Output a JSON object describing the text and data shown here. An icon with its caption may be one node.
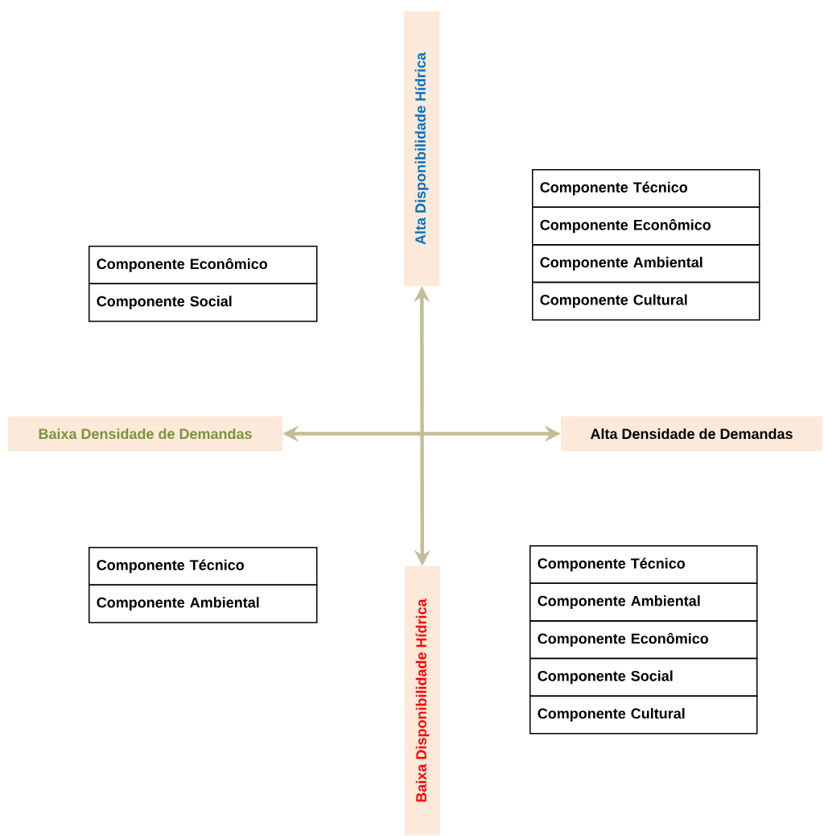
{
  "diagram": {
    "nodes": [
      {
        "text": [
          "Alta Disponibilidade Hídrica"
        ]
      },
      {
        "text": [
          "Componente Técnico"
        ]
      },
      {
        "text": [
          "Componente Econômico"
        ]
      },
      {
        "text": [
          "Componente Ambiental"
        ]
      },
      {
        "text": [
          "Componente Cultural"
        ]
      },
      {
        "text": [
          "Componente Econômico"
        ]
      },
      {
        "text": [
          "Componente Social"
        ]
      },
      {
        "text": [
          "Baixa Densidade de Demandas"
        ]
      },
      {
        "text": [
          "Alta Densidade de Demandas"
        ]
      },
      {
        "text": [
          "Componente Técnico"
        ]
      },
      {
        "text": [
          "Componente Ambiental"
        ]
      },
      {
        "text": [
          "Componente Técnico"
        ]
      },
      {
        "text": [
          "Componente Ambiental"
        ]
      },
      {
        "text": [
          "Componente Econômico"
        ]
      },
      {
        "text": [
          "Componente Social"
        ]
      },
      {
        "text": [
          "Componente Cultural"
        ]
      },
      {
        "text": [
          "Baixa Disponibilidade Hídrica"
        ]
      }
    ],
    "edges": [
      {
        "from": 7,
        "to": 8,
        "arrow": "both"
      },
      {
        "from": 16,
        "to": 0,
        "arrow": "both"
      }
    ]
  }
}
